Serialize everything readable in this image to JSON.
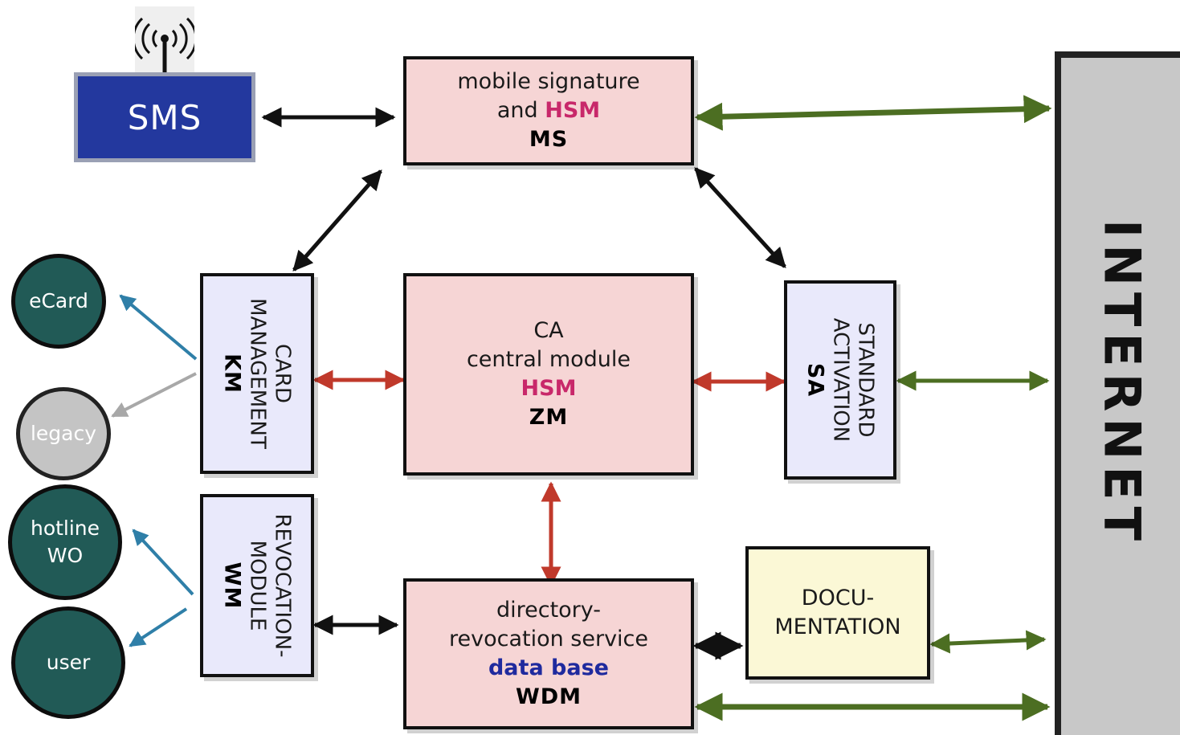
{
  "sms": {
    "label": "SMS"
  },
  "ms": {
    "line1": "mobile signature",
    "line2_prefix": "and",
    "hsm": "HSM",
    "code": "MS"
  },
  "zm": {
    "line1": "CA",
    "line2": "central module",
    "hsm": "HSM",
    "code": "ZM"
  },
  "km": {
    "line1": "CARD",
    "line2": "MANAGEMENT",
    "code": "KM"
  },
  "sa": {
    "line1": "STANDARD",
    "line2": "ACTIVATION",
    "code": "SA"
  },
  "wm": {
    "line1": "REVOCATION-",
    "line2": "MODULE",
    "code": "WM"
  },
  "wdm": {
    "line1": "directory-",
    "line2": "revocation service",
    "db": "data base",
    "code": "WDM"
  },
  "doc": {
    "line1": "DOCU-",
    "line2": "MENTATION"
  },
  "internet": {
    "label": "INTERNET"
  },
  "nodes": {
    "ecard": "eCard",
    "legacy": "legacy",
    "hotline_line1": "hotline",
    "hotline_line2": "WO",
    "user": "user"
  },
  "colors": {
    "module_pink": "#f6d5d5",
    "module_lavender": "#e9e9fb",
    "documentation": "#fbf8d6",
    "sms_blue": "#23389e",
    "hsm_magenta": "#c8286a",
    "database_blue": "#1f2a9e",
    "circle_teal": "#215a56",
    "internet_gray": "#c8c8c8",
    "arrow_black": "#111111",
    "arrow_green": "#4c6e22",
    "arrow_red": "#c0392b",
    "arrow_blue": "#2f7fa8",
    "arrow_gray": "#a8a8a8"
  }
}
